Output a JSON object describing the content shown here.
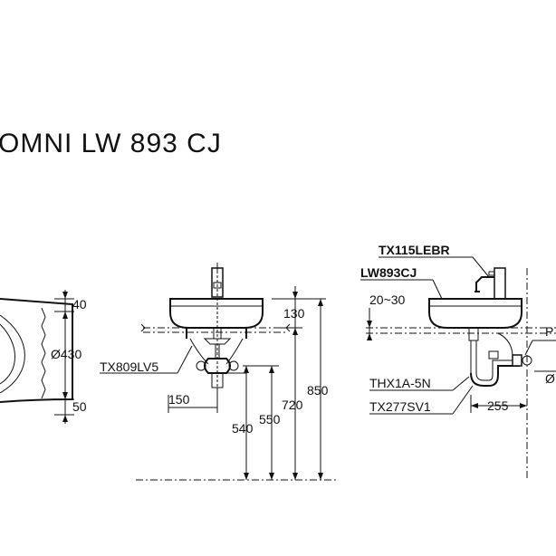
{
  "title": "OMNI LW 893 CJ",
  "top_view": {
    "dim_top": "40",
    "dim_diameter": "Ø430",
    "dim_bottom": "50"
  },
  "front_view": {
    "dim_basin_height": "130",
    "part_trap": "TX809LV5",
    "dim_150": "150",
    "dim_540": "540",
    "dim_550": "550",
    "dim_720": "720",
    "dim_850": "850"
  },
  "side_view": {
    "part_faucet": "TX115LEBR",
    "part_basin": "LW893CJ",
    "dim_wall": "20~30",
    "part_valve": "THX1A-5N",
    "part_trap": "TX277SV1",
    "dim_255": "255",
    "edge_label_p": "P",
    "edge_label_o": "Ø"
  }
}
